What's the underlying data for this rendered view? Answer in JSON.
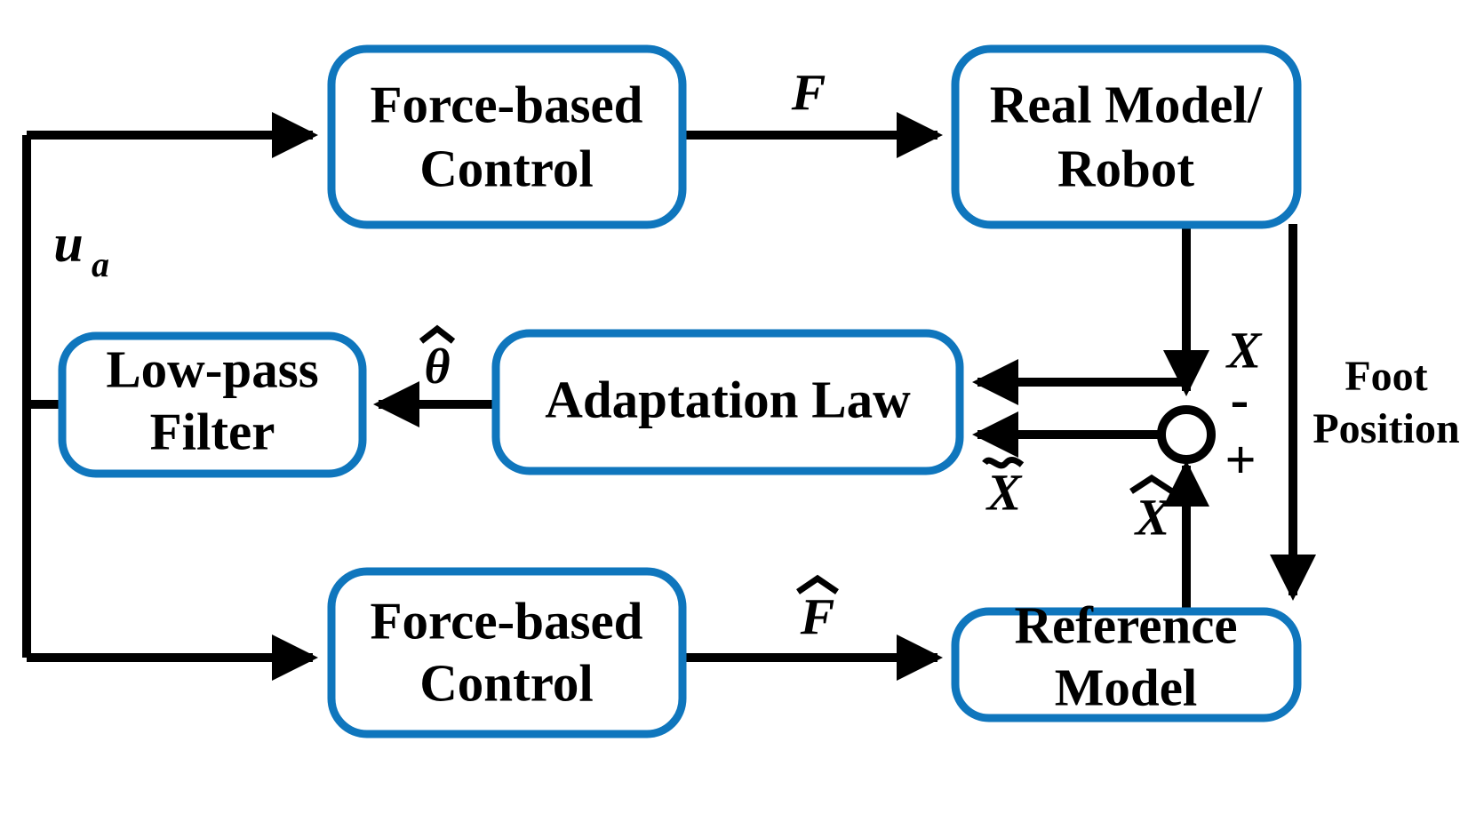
{
  "diagram": {
    "title": "Adaptive force-based control block diagram",
    "colors": {
      "block_border": "#0f76bd",
      "wire": "#000000",
      "background": "#ffffff",
      "block_fill": "#ffffff"
    },
    "blocks": [
      {
        "id": "force-based-control-top",
        "line1": "Force-based",
        "line2": "Control"
      },
      {
        "id": "real-model-robot",
        "line1": "Real Model/",
        "line2": "Robot"
      },
      {
        "id": "low-pass-filter",
        "line1": "Low-pass",
        "line2": "Filter"
      },
      {
        "id": "adaptation-law",
        "line1": "Adaptation Law",
        "line2": ""
      },
      {
        "id": "force-based-control-bottom",
        "line1": "Force-based",
        "line2": "Control"
      },
      {
        "id": "reference-model",
        "line1": "Reference",
        "line2": "Model"
      }
    ],
    "signals": {
      "u_a": "u",
      "u_a_sub": "a",
      "F": "F",
      "F_hat": "F",
      "theta_hat": "θ",
      "X": "X",
      "X_tilde": "X",
      "X_hat": "X"
    },
    "signs": {
      "minus": "-",
      "plus": "+"
    },
    "annotations": {
      "foot_position_line1": "Foot",
      "foot_position_line2": "Position"
    }
  }
}
